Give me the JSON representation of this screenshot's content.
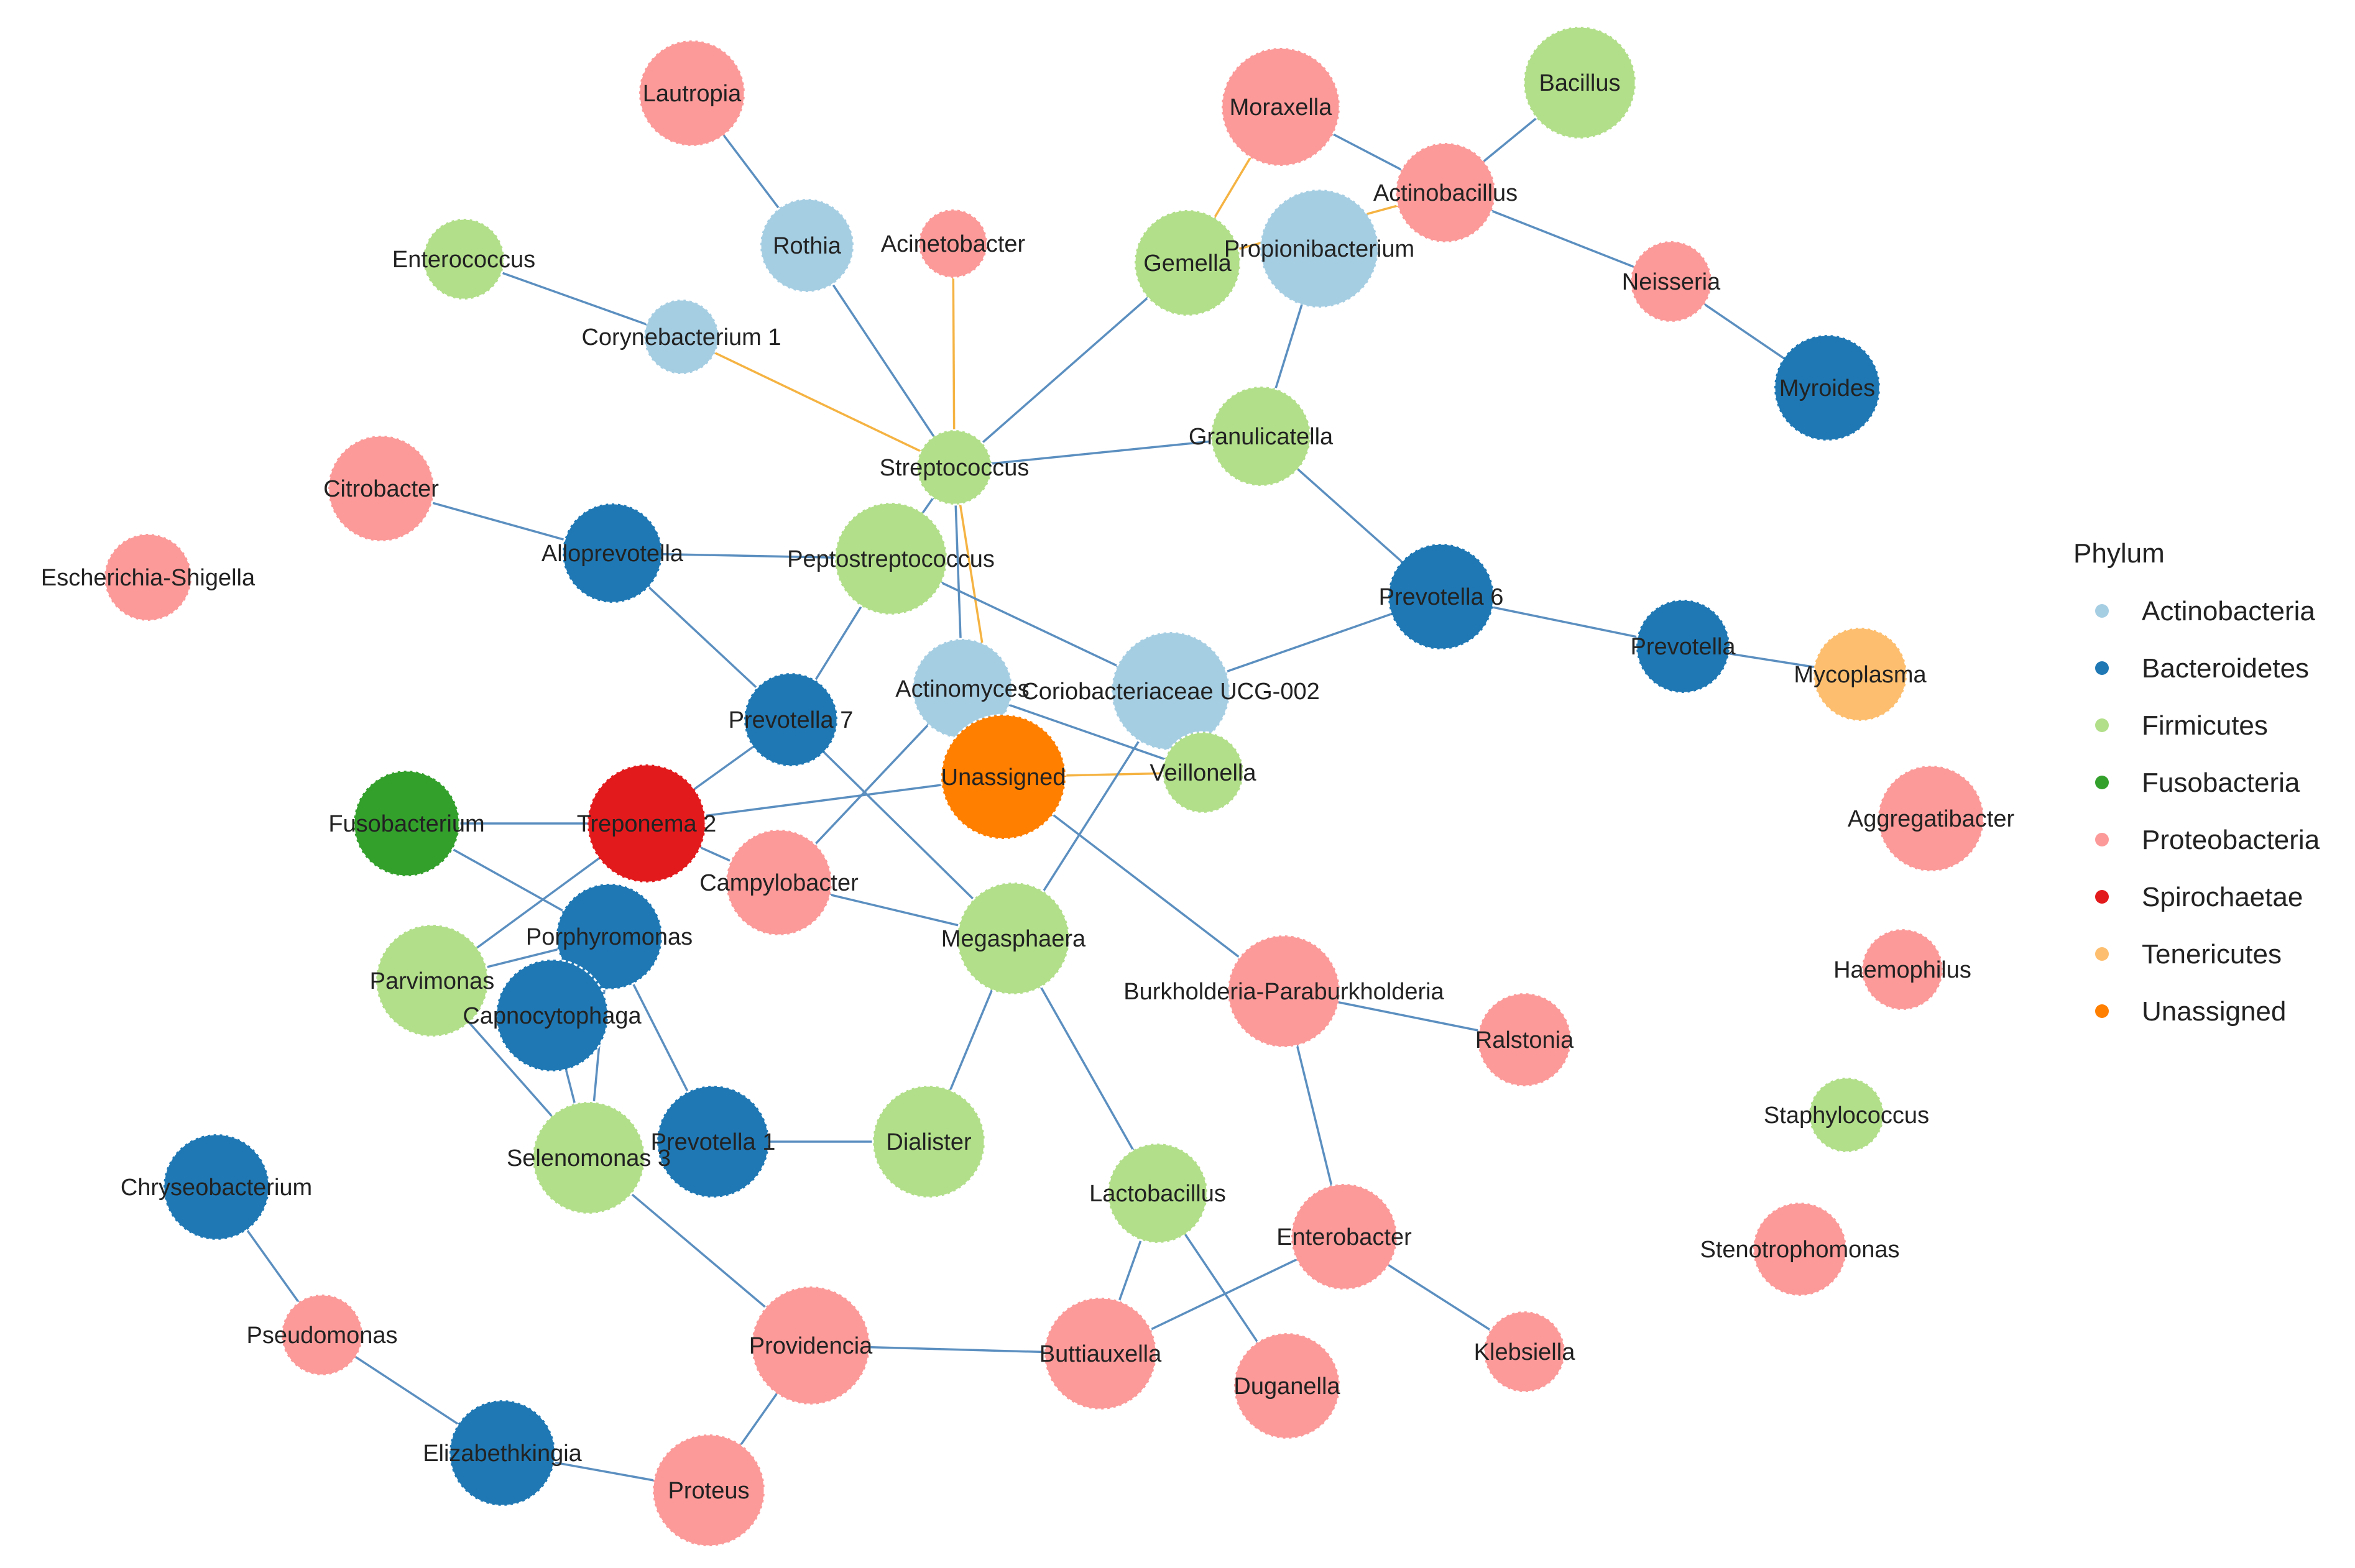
{
  "legend": {
    "title": "Phylum",
    "items": [
      {
        "label": "Actinobacteria",
        "color": "#a6cee3"
      },
      {
        "label": "Bacteroidetes",
        "color": "#1f78b4"
      },
      {
        "label": "Firmicutes",
        "color": "#b2df8a"
      },
      {
        "label": "Fusobacteria",
        "color": "#33a02c"
      },
      {
        "label": "Proteobacteria",
        "color": "#fb9a99"
      },
      {
        "label": "Spirochaetae",
        "color": "#e31a1c"
      },
      {
        "label": "Tenericutes",
        "color": "#fdbf6f"
      },
      {
        "label": "Unassigned",
        "color": "#ff7f00"
      }
    ]
  },
  "edge_colors": {
    "blue": "#5b8fc0",
    "orange": "#f5b342"
  },
  "nodes": [
    {
      "id": "Lautropia",
      "label": "Lautropia",
      "phylum": "Proteobacteria"
    },
    {
      "id": "Rothia",
      "label": "Rothia",
      "phylum": "Actinobacteria"
    },
    {
      "id": "Acinetobacter",
      "label": "Acinetobacter",
      "phylum": "Proteobacteria"
    },
    {
      "id": "Enterococcus",
      "label": "Enterococcus",
      "phylum": "Firmicutes"
    },
    {
      "id": "Corynebacterium1",
      "label": "Corynebacterium 1",
      "phylum": "Actinobacteria"
    },
    {
      "id": "Moraxella",
      "label": "Moraxella",
      "phylum": "Proteobacteria"
    },
    {
      "id": "Bacillus",
      "label": "Bacillus",
      "phylum": "Firmicutes"
    },
    {
      "id": "Actinobacillus",
      "label": "Actinobacillus",
      "phylum": "Proteobacteria"
    },
    {
      "id": "Gemella",
      "label": "Gemella",
      "phylum": "Firmicutes"
    },
    {
      "id": "Propionibacterium",
      "label": "Propionibacterium",
      "phylum": "Actinobacteria"
    },
    {
      "id": "Neisseria",
      "label": "Neisseria",
      "phylum": "Proteobacteria"
    },
    {
      "id": "Myroides",
      "label": "Myroides",
      "phylum": "Bacteroidetes"
    },
    {
      "id": "Granulicatella",
      "label": "Granulicatella",
      "phylum": "Firmicutes"
    },
    {
      "id": "Streptococcus",
      "label": "Streptococcus",
      "phylum": "Firmicutes"
    },
    {
      "id": "Citrobacter",
      "label": "Citrobacter",
      "phylum": "Proteobacteria"
    },
    {
      "id": "Alloprevotella",
      "label": "Alloprevotella",
      "phylum": "Bacteroidetes"
    },
    {
      "id": "EscherichiaShigella",
      "label": "Escherichia-Shigella",
      "phylum": "Proteobacteria"
    },
    {
      "id": "Peptostreptococcus",
      "label": "Peptostreptococcus",
      "phylum": "Firmicutes"
    },
    {
      "id": "Prevotella6",
      "label": "Prevotella 6",
      "phylum": "Bacteroidetes"
    },
    {
      "id": "Prevotella",
      "label": "Prevotella",
      "phylum": "Bacteroidetes"
    },
    {
      "id": "Mycoplasma",
      "label": "Mycoplasma",
      "phylum": "Tenericutes"
    },
    {
      "id": "Actinomyces",
      "label": "Actinomyces",
      "phylum": "Actinobacteria"
    },
    {
      "id": "Coriobacteriaceae",
      "label": "Coriobacteriaceae UCG-002",
      "phylum": "Actinobacteria"
    },
    {
      "id": "Prevotella7",
      "label": "Prevotella 7",
      "phylum": "Bacteroidetes"
    },
    {
      "id": "Unassigned",
      "label": "Unassigned",
      "phylum": "Unassigned"
    },
    {
      "id": "Veillonella",
      "label": "Veillonella",
      "phylum": "Firmicutes"
    },
    {
      "id": "Fusobacterium",
      "label": "Fusobacterium",
      "phylum": "Fusobacteria"
    },
    {
      "id": "Treponema2",
      "label": "Treponema 2",
      "phylum": "Spirochaetae"
    },
    {
      "id": "Campylobacter",
      "label": "Campylobacter",
      "phylum": "Proteobacteria"
    },
    {
      "id": "Aggregatibacter",
      "label": "Aggregatibacter",
      "phylum": "Proteobacteria"
    },
    {
      "id": "Porphyromonas",
      "label": "Porphyromonas",
      "phylum": "Bacteroidetes"
    },
    {
      "id": "Megasphaera",
      "label": "Megasphaera",
      "phylum": "Firmicutes"
    },
    {
      "id": "Parvimonas",
      "label": "Parvimonas",
      "phylum": "Firmicutes"
    },
    {
      "id": "Capnocytophaga",
      "label": "Capnocytophaga",
      "phylum": "Bacteroidetes"
    },
    {
      "id": "Burkholderia",
      "label": "Burkholderia-Paraburkholderia",
      "phylum": "Proteobacteria"
    },
    {
      "id": "Ralstonia",
      "label": "Ralstonia",
      "phylum": "Proteobacteria"
    },
    {
      "id": "Haemophilus",
      "label": "Haemophilus",
      "phylum": "Proteobacteria"
    },
    {
      "id": "Selenomonas3",
      "label": "Selenomonas 3",
      "phylum": "Firmicutes"
    },
    {
      "id": "Prevotella1",
      "label": "Prevotella 1",
      "phylum": "Bacteroidetes"
    },
    {
      "id": "Dialister",
      "label": "Dialister",
      "phylum": "Firmicutes"
    },
    {
      "id": "Staphylococcus",
      "label": "Staphylococcus",
      "phylum": "Firmicutes"
    },
    {
      "id": "Chryseobacterium",
      "label": "Chryseobacterium",
      "phylum": "Bacteroidetes"
    },
    {
      "id": "Lactobacillus",
      "label": "Lactobacillus",
      "phylum": "Firmicutes"
    },
    {
      "id": "Enterobacter",
      "label": "Enterobacter",
      "phylum": "Proteobacteria"
    },
    {
      "id": "Stenotrophomonas",
      "label": "Stenotrophomonas",
      "phylum": "Proteobacteria"
    },
    {
      "id": "Pseudomonas",
      "label": "Pseudomonas",
      "phylum": "Proteobacteria"
    },
    {
      "id": "Providencia",
      "label": "Providencia",
      "phylum": "Proteobacteria"
    },
    {
      "id": "Buttiauxella",
      "label": "Buttiauxella",
      "phylum": "Proteobacteria"
    },
    {
      "id": "Duganella",
      "label": "Duganella",
      "phylum": "Proteobacteria"
    },
    {
      "id": "Klebsiella",
      "label": "Klebsiella",
      "phylum": "Proteobacteria"
    },
    {
      "id": "Elizabethkingia",
      "label": "Elizabethkingia",
      "phylum": "Bacteroidetes"
    },
    {
      "id": "Proteus",
      "label": "Proteus",
      "phylum": "Proteobacteria"
    }
  ],
  "edges": [
    {
      "source": "Lautropia",
      "target": "Rothia",
      "color": "blue"
    },
    {
      "source": "Rothia",
      "target": "Streptococcus",
      "color": "blue"
    },
    {
      "source": "Acinetobacter",
      "target": "Streptococcus",
      "color": "orange"
    },
    {
      "source": "Enterococcus",
      "target": "Corynebacterium1",
      "color": "blue"
    },
    {
      "source": "Corynebacterium1",
      "target": "Streptococcus",
      "color": "orange"
    },
    {
      "source": "Gemella",
      "target": "Streptococcus",
      "color": "blue"
    },
    {
      "source": "Moraxella",
      "target": "Gemella",
      "color": "orange"
    },
    {
      "source": "Moraxella",
      "target": "Actinobacillus",
      "color": "blue"
    },
    {
      "source": "Bacillus",
      "target": "Actinobacillus",
      "color": "blue"
    },
    {
      "source": "Actinobacillus",
      "target": "Neisseria",
      "color": "blue"
    },
    {
      "source": "Gemella",
      "target": "Actinobacillus",
      "color": "orange"
    },
    {
      "source": "Neisseria",
      "target": "Myroides",
      "color": "blue"
    },
    {
      "source": "Propionibacterium",
      "target": "Granulicatella",
      "color": "blue"
    },
    {
      "source": "Streptococcus",
      "target": "Granulicatella",
      "color": "blue"
    },
    {
      "source": "Granulicatella",
      "target": "Prevotella6",
      "color": "blue"
    },
    {
      "source": "Streptococcus",
      "target": "Peptostreptococcus",
      "color": "blue"
    },
    {
      "source": "Streptococcus",
      "target": "Actinomyces",
      "color": "blue"
    },
    {
      "source": "Streptococcus",
      "target": "Unassigned",
      "color": "orange"
    },
    {
      "source": "Citrobacter",
      "target": "Alloprevotella",
      "color": "blue"
    },
    {
      "source": "Alloprevotella",
      "target": "Peptostreptococcus",
      "color": "blue"
    },
    {
      "source": "Alloprevotella",
      "target": "Prevotella7",
      "color": "blue"
    },
    {
      "source": "Peptostreptococcus",
      "target": "Prevotella7",
      "color": "blue"
    },
    {
      "source": "Peptostreptococcus",
      "target": "Coriobacteriaceae",
      "color": "blue"
    },
    {
      "source": "Coriobacteriaceae",
      "target": "Prevotella6",
      "color": "blue"
    },
    {
      "source": "Prevotella6",
      "target": "Prevotella",
      "color": "blue"
    },
    {
      "source": "Prevotella",
      "target": "Mycoplasma",
      "color": "blue"
    },
    {
      "source": "Actinomyces",
      "target": "Veillonella",
      "color": "blue"
    },
    {
      "source": "Unassigned",
      "target": "Veillonella",
      "color": "orange"
    },
    {
      "source": "Actinomyces",
      "target": "Campylobacter",
      "color": "blue"
    },
    {
      "source": "Coriobacteriaceae",
      "target": "Megasphaera",
      "color": "blue"
    },
    {
      "source": "Prevotella7",
      "target": "Megasphaera",
      "color": "blue"
    },
    {
      "source": "Prevotella7",
      "target": "Treponema2",
      "color": "blue"
    },
    {
      "source": "Fusobacterium",
      "target": "Treponema2",
      "color": "blue"
    },
    {
      "source": "Treponema2",
      "target": "Unassigned",
      "color": "blue"
    },
    {
      "source": "Treponema2",
      "target": "Campylobacter",
      "color": "blue"
    },
    {
      "source": "Fusobacterium",
      "target": "Porphyromonas",
      "color": "blue"
    },
    {
      "source": "Treponema2",
      "target": "Parvimonas",
      "color": "blue"
    },
    {
      "source": "Campylobacter",
      "target": "Megasphaera",
      "color": "blue"
    },
    {
      "source": "Unassigned",
      "target": "Burkholderia",
      "color": "blue"
    },
    {
      "source": "Porphyromonas",
      "target": "Parvimonas",
      "color": "blue"
    },
    {
      "source": "Porphyromonas",
      "target": "Capnocytophaga",
      "color": "blue"
    },
    {
      "source": "Porphyromonas",
      "target": "Selenomonas3",
      "color": "blue"
    },
    {
      "source": "Porphyromonas",
      "target": "Prevotella1",
      "color": "blue"
    },
    {
      "source": "Parvimonas",
      "target": "Selenomonas3",
      "color": "blue"
    },
    {
      "source": "Capnocytophaga",
      "target": "Selenomonas3",
      "color": "blue"
    },
    {
      "source": "Burkholderia",
      "target": "Ralstonia",
      "color": "blue"
    },
    {
      "source": "Burkholderia",
      "target": "Enterobacter",
      "color": "blue"
    },
    {
      "source": "Megasphaera",
      "target": "Dialister",
      "color": "blue"
    },
    {
      "source": "Megasphaera",
      "target": "Lactobacillus",
      "color": "blue"
    },
    {
      "source": "Prevotella1",
      "target": "Dialister",
      "color": "blue"
    },
    {
      "source": "Selenomonas3",
      "target": "Providencia",
      "color": "blue"
    },
    {
      "source": "Chryseobacterium",
      "target": "Pseudomonas",
      "color": "blue"
    },
    {
      "source": "Pseudomonas",
      "target": "Elizabethkingia",
      "color": "blue"
    },
    {
      "source": "Elizabethkingia",
      "target": "Proteus",
      "color": "blue"
    },
    {
      "source": "Providencia",
      "target": "Proteus",
      "color": "blue"
    },
    {
      "source": "Providencia",
      "target": "Buttiauxella",
      "color": "blue"
    },
    {
      "source": "Lactobacillus",
      "target": "Buttiauxella",
      "color": "blue"
    },
    {
      "source": "Lactobacillus",
      "target": "Duganella",
      "color": "blue"
    },
    {
      "source": "Buttiauxella",
      "target": "Enterobacter",
      "color": "blue"
    },
    {
      "source": "Enterobacter",
      "target": "Klebsiella",
      "color": "blue"
    }
  ]
}
